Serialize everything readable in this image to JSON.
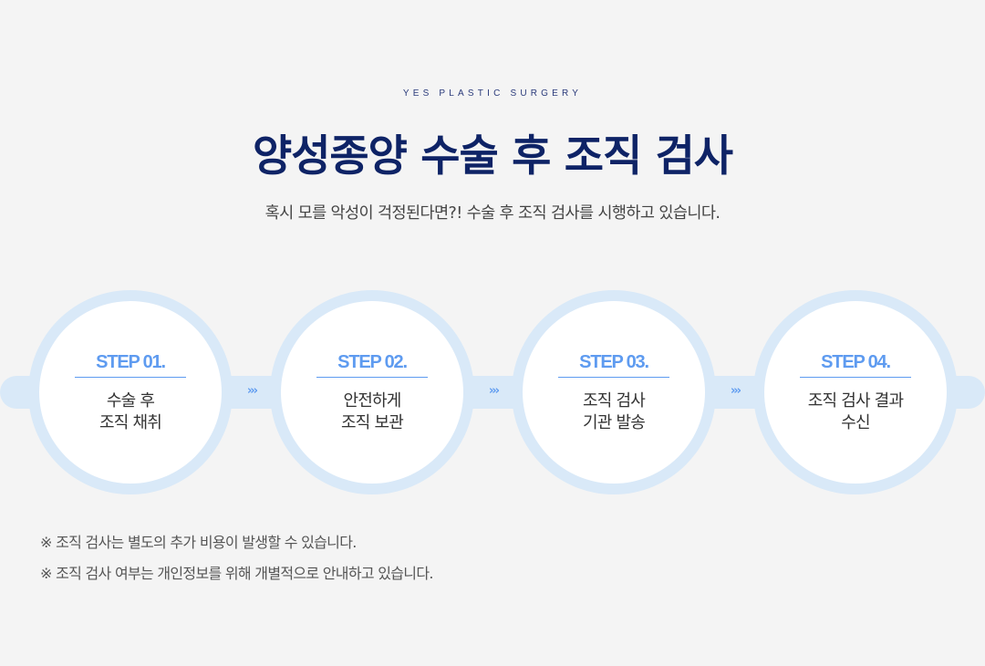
{
  "header": {
    "eyebrow": "YES PLASTIC SURGERY",
    "title": "양성종양 수술 후 조직 검사",
    "subtitle": "혹시 모를 악성이 걱정된다면?! 수술 후 조직 검사를 시행하고 있습니다."
  },
  "colors": {
    "background": "#f4f4f4",
    "title": "#0e2366",
    "accent": "#5e9bf0",
    "ring": "#d9e9f8",
    "circle": "#ffffff"
  },
  "steps": [
    {
      "label": "STEP 01.",
      "text": "수술 후\n조직 채취"
    },
    {
      "label": "STEP 02.",
      "text": "안전하게\n조직 보관"
    },
    {
      "label": "STEP 03.",
      "text": "조직 검사\n기관 발송"
    },
    {
      "label": "STEP 04.",
      "text": "조직 검사 결과\n수신"
    }
  ],
  "connector": {
    "arrow_glyph": "›››",
    "icon": "triple-chevron-right-icon"
  },
  "notes": [
    "※ 조직 검사는 별도의 추가 비용이 발생할 수 있습니다.",
    "※ 조직 검사 여부는 개인정보를 위해 개별적으로 안내하고 있습니다."
  ]
}
